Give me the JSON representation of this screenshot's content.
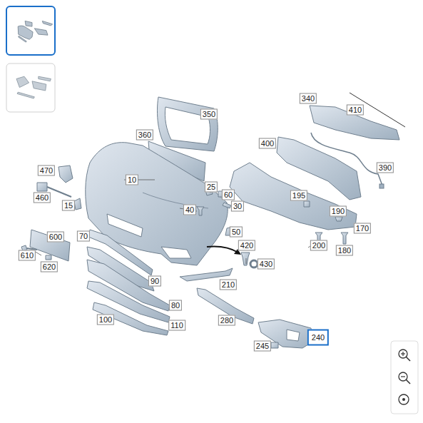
{
  "diagram": {
    "labels": [
      "340",
      "410",
      "350",
      "360",
      "400",
      "390",
      "470",
      "10",
      "25",
      "60",
      "460",
      "195",
      "15",
      "30",
      "40",
      "190",
      "170",
      "50",
      "600",
      "70",
      "420",
      "200",
      "180",
      "610",
      "430",
      "620",
      "90",
      "210",
      "80",
      "280",
      "100",
      "110",
      "240",
      "245"
    ]
  }
}
